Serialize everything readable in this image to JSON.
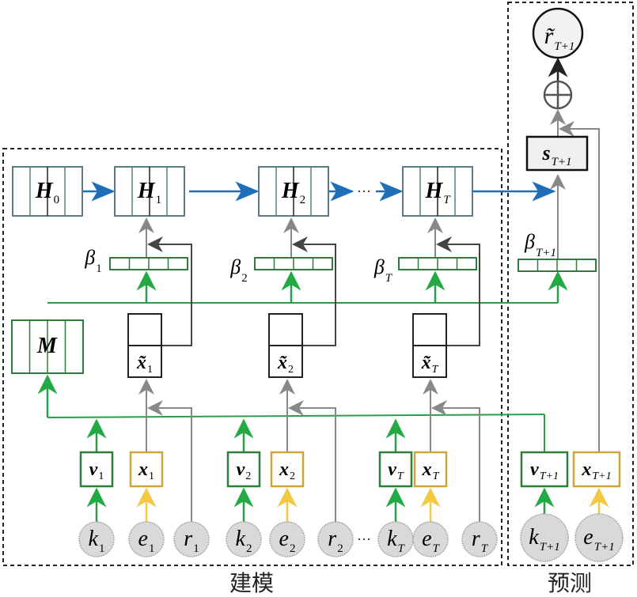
{
  "regions": {
    "modeling_label": "建模",
    "prediction_label": "预测"
  },
  "colors": {
    "hidden_state": "#5a7a85",
    "blue_flow": "#1f6fb8",
    "green": "#2a9d48",
    "green_dark": "#2e7d3c",
    "yellow": "#f5c842",
    "yellow_border": "#c9a640",
    "gray": "#888888",
    "dark": "#333333",
    "node_fill": "#d9d9d9"
  },
  "hidden_states": [
    {
      "sym": "H",
      "sub": "0"
    },
    {
      "sym": "H",
      "sub": "1"
    },
    {
      "sym": "H",
      "sub": "2"
    },
    {
      "sym": "H",
      "sub": "T"
    }
  ],
  "ellipsis": "···",
  "memory": {
    "sym": "M"
  },
  "attention": [
    {
      "sym": "β",
      "sub": "1"
    },
    {
      "sym": "β",
      "sub": "2"
    },
    {
      "sym": "β",
      "sub": "T"
    },
    {
      "sym": "β",
      "sub": "T+1"
    }
  ],
  "combined": [
    {
      "sym": "x̃",
      "sub": "1"
    },
    {
      "sym": "x̃",
      "sub": "2"
    },
    {
      "sym": "x̃",
      "sub": "T"
    }
  ],
  "key_vectors": [
    {
      "sym": "v",
      "sub": "1"
    },
    {
      "sym": "v",
      "sub": "2"
    },
    {
      "sym": "v",
      "sub": "T"
    },
    {
      "sym": "v",
      "sub": "T+1"
    }
  ],
  "exercise_vectors": [
    {
      "sym": "x",
      "sub": "1"
    },
    {
      "sym": "x",
      "sub": "2"
    },
    {
      "sym": "x",
      "sub": "T"
    },
    {
      "sym": "x",
      "sub": "T+1"
    }
  ],
  "inputs": {
    "k": [
      {
        "sym": "k",
        "sub": "1"
      },
      {
        "sym": "k",
        "sub": "2"
      },
      {
        "sym": "k",
        "sub": "T"
      },
      {
        "sym": "k",
        "sub": "T+1"
      }
    ],
    "e": [
      {
        "sym": "e",
        "sub": "1"
      },
      {
        "sym": "e",
        "sub": "2"
      },
      {
        "sym": "e",
        "sub": "T"
      },
      {
        "sym": "e",
        "sub": "T+1"
      }
    ],
    "r": [
      {
        "sym": "r",
        "sub": "1"
      },
      {
        "sym": "r",
        "sub": "2"
      },
      {
        "sym": "r",
        "sub": "T"
      }
    ]
  },
  "summary": {
    "sym": "s",
    "sub": "T+1"
  },
  "sum_operator": "⊕",
  "output": {
    "sym": "r̃",
    "sub": "T+1"
  }
}
